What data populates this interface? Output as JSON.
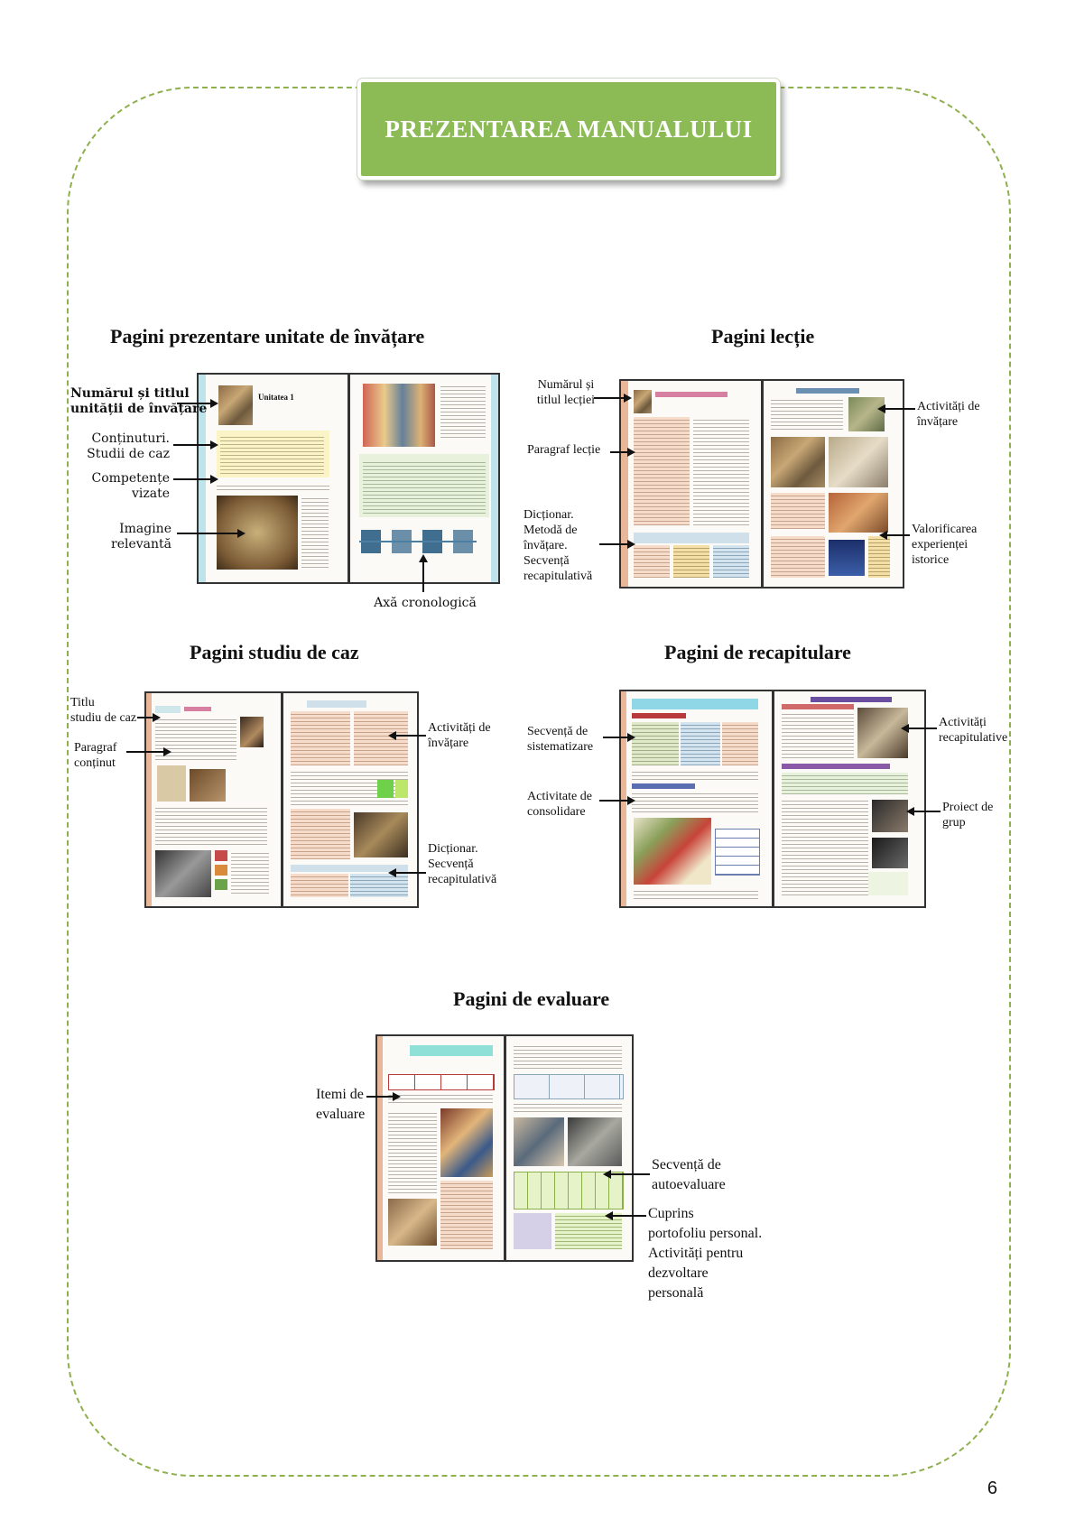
{
  "header": {
    "title": "PREZENTAREA MANUALULUI"
  },
  "page_number": "6",
  "sections": {
    "unitate": {
      "title": "Pagini prezentare unitate de învățare",
      "labels": {
        "numar_titlu": "Numărul și titlul\nunității de învățare",
        "continuturi": "Conținuturi.\nStudii de caz",
        "competente": "Competențe\nvizate",
        "imagine": "Imagine\nrelevantă",
        "axa": "Axă cronologică"
      },
      "thumb_text": "Unitatea 1"
    },
    "lectie": {
      "title": "Pagini lecție",
      "labels": {
        "numar_titlu": "Numărul și\ntitlul lecției",
        "paragraf": "Paragraf lecție",
        "dictionar": "Dicționar.\nMetodă de\nînvățare.\nSecvență\nrecapitulativă",
        "activitati": "Activități de\nînvățare",
        "valorificarea": "Valorificarea\nexperienței\nistorice"
      }
    },
    "studiu": {
      "title": "Pagini studiu de caz",
      "labels": {
        "titlu": "Titlu\nstudiu de caz",
        "paragraf": "Paragraf\nconținut",
        "activitati": "Activități de\nînvățare",
        "dictionar": "Dicționar.\nSecvență\nrecapitulativă"
      }
    },
    "recapitulare": {
      "title": "Pagini de recapitulare",
      "labels": {
        "secventa": "Secvență de\nsistematizare",
        "consolidare": "Activitate de\nconsolidare",
        "activitati": "Activități\nrecapitulative",
        "proiect": "Proiect de\ngrup"
      }
    },
    "evaluare": {
      "title": "Pagini de evaluare",
      "labels": {
        "itemi": "Itemi de\nevaluare",
        "autoevaluare": "Secvență de\nautoevaluare",
        "cuprins": "Cuprins\nportofoliu personal.\nActivități pentru\ndezvoltare\npersonală"
      }
    }
  },
  "colors": {
    "accent": "#8cba55",
    "frame": "#8fb04e"
  }
}
